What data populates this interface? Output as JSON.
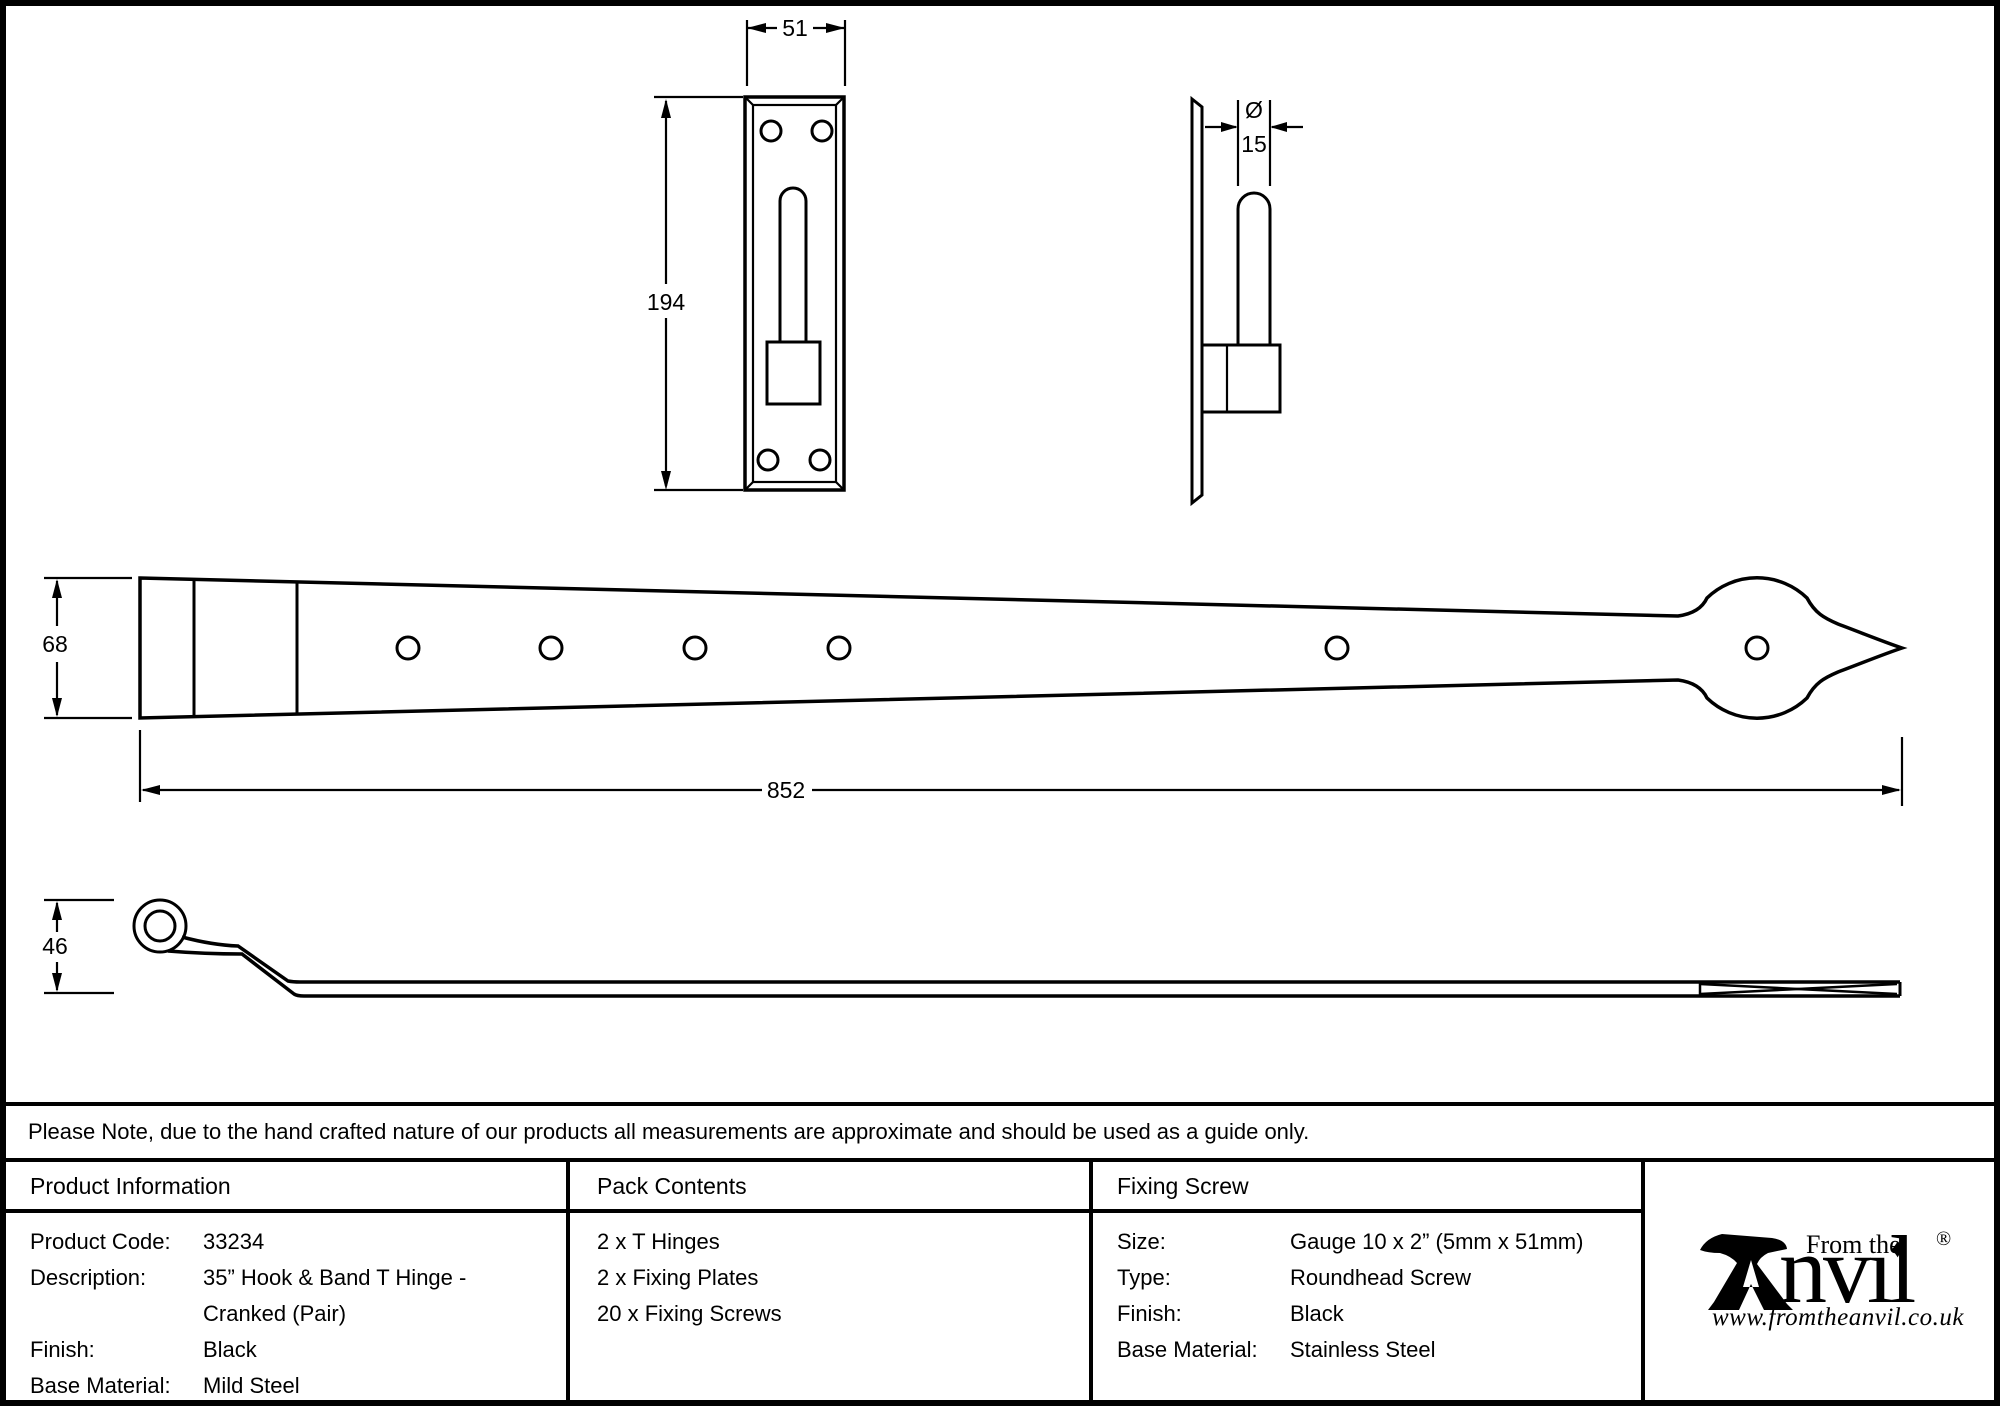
{
  "colors": {
    "line": "#000000",
    "background": "#ffffff"
  },
  "note": {
    "text": "Please Note, due to the hand crafted nature of our products all measurements are approximate and should be used as a guide only."
  },
  "drawing": {
    "plate_front": {
      "width_dim": "51",
      "height_dim": "194"
    },
    "plate_side": {
      "dia_symbol": "Ø",
      "dia_dim": "15"
    },
    "band_front": {
      "height_dim": "68",
      "length_dim": "852"
    },
    "band_side": {
      "height_dim": "46"
    }
  },
  "table": {
    "product_information": {
      "title": "Product Information",
      "rows": [
        {
          "label": "Product Code:",
          "value": "33234"
        },
        {
          "label": "Description:",
          "value": "35” Hook & Band T Hinge -"
        },
        {
          "label": "",
          "value": "Cranked (Pair)"
        },
        {
          "label": "Finish:",
          "value": "Black"
        },
        {
          "label": "Base Material:",
          "value": "Mild Steel"
        }
      ]
    },
    "pack_contents": {
      "title": "Pack Contents",
      "items": [
        "2 x T Hinges",
        "2 x Fixing Plates",
        "20 x Fixing Screws"
      ]
    },
    "fixing_screw": {
      "title": "Fixing Screw",
      "rows": [
        {
          "label": "Size:",
          "value": "Gauge 10 x 2” (5mm x 51mm)"
        },
        {
          "label": "Type:",
          "value": "Roundhead Screw"
        },
        {
          "label": "Finish:",
          "value": "Black"
        },
        {
          "label": "Base Material:",
          "value": "Stainless Steel"
        }
      ]
    }
  },
  "logo": {
    "prefix": "From the",
    "brand_suffix": "nvıl",
    "dot": "♦",
    "registered": "®",
    "website": "www.fromtheanvil.co.uk"
  }
}
